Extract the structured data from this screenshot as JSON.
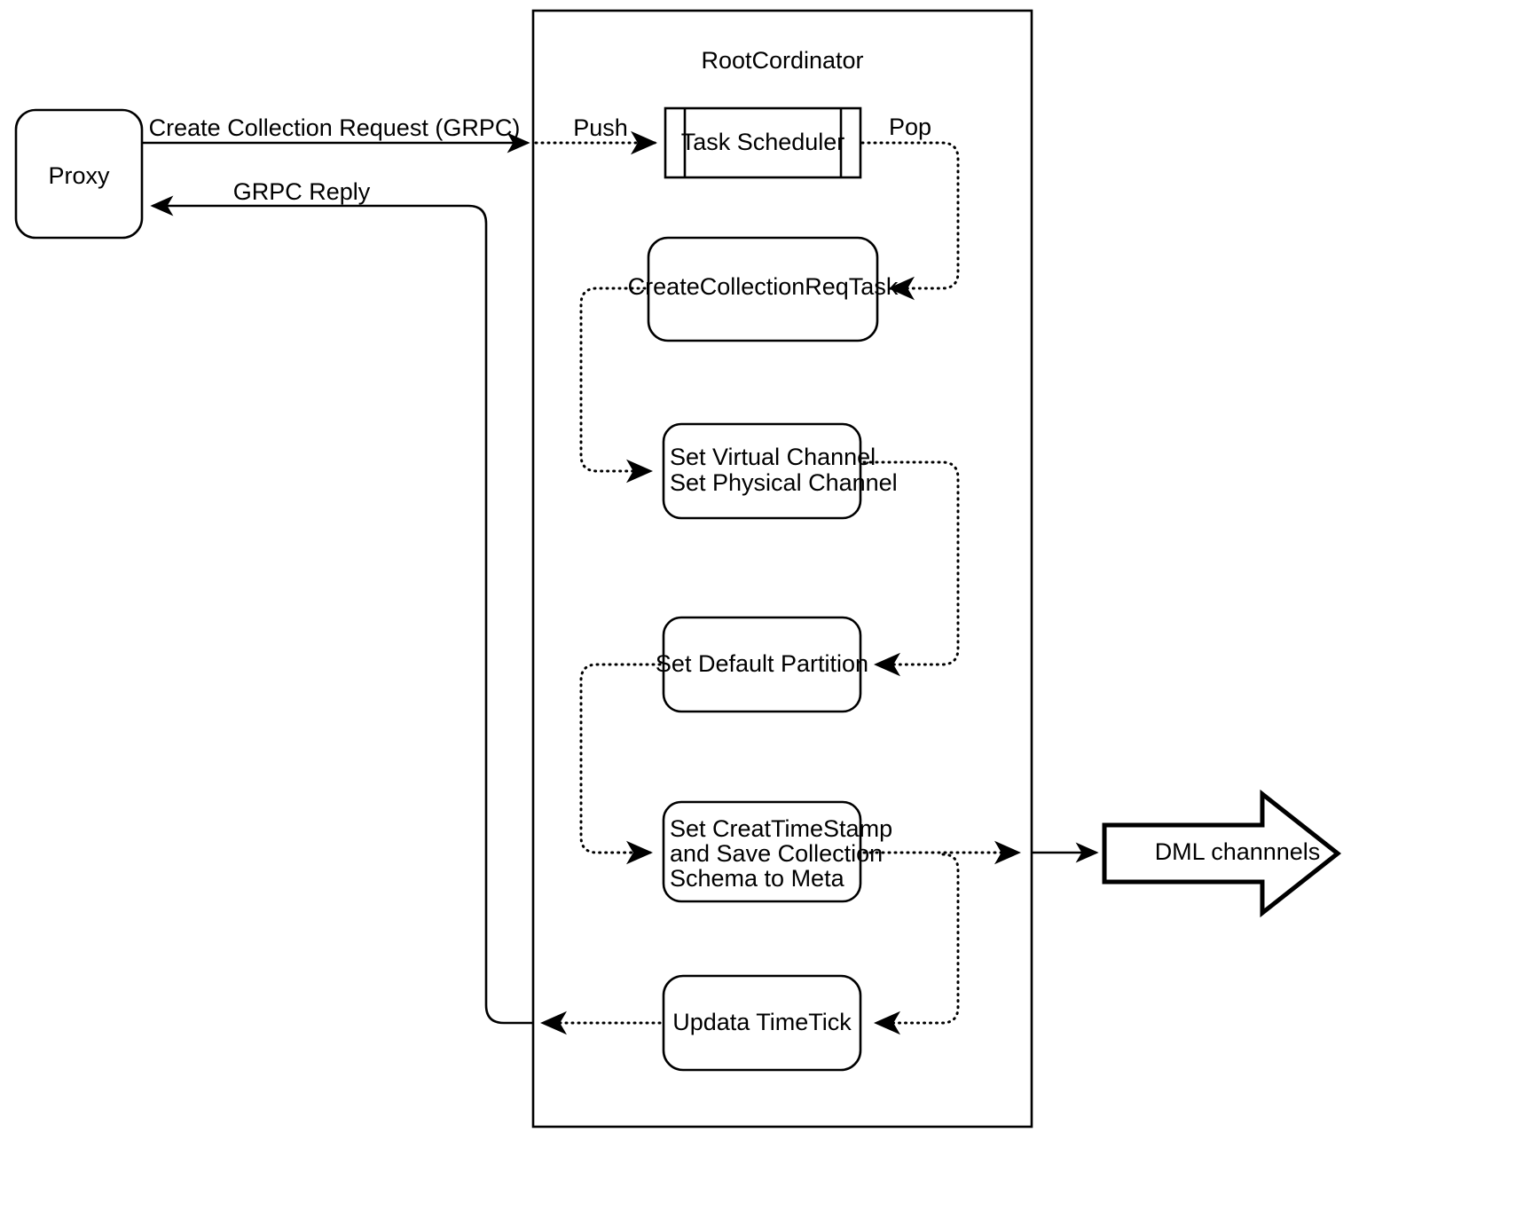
{
  "diagram": {
    "title_visible": false,
    "background": "#ffffff",
    "stroke_color": "#000000",
    "container": {
      "label": "RootCordinator",
      "name": "root-cordinator-container"
    },
    "nodes": [
      {
        "id": "proxy",
        "label": "Proxy",
        "shape": "rounded-rect"
      },
      {
        "id": "task-scheduler",
        "label": "Task Scheduler",
        "shape": "process-queue"
      },
      {
        "id": "create-collection-req-task",
        "label": "CreateCollectionReqTask",
        "shape": "rounded-rect"
      },
      {
        "id": "set-channels",
        "label": "Set Virtual Channel\nSet Physical Channel",
        "line1": "Set Virtual Channel",
        "line2": "Set Physical Channel",
        "shape": "rounded-rect"
      },
      {
        "id": "set-default-partition",
        "label": "Set Default Partition",
        "shape": "rounded-rect"
      },
      {
        "id": "set-createtimestamp",
        "label": "Set CreatTimeStamp and Save Collection Schema to Meta",
        "line1": "Set CreatTimeStamp",
        "line2": "and Save Collection",
        "line3": "Schema to Meta",
        "shape": "rounded-rect"
      },
      {
        "id": "updata-timetick",
        "label": "Updata TimeTick",
        "shape": "rounded-rect"
      },
      {
        "id": "dml-channels",
        "label": "DML channnels",
        "shape": "block-arrow-right"
      }
    ],
    "edges": [
      {
        "id": "create-collection-request",
        "label": "Create Collection Request (GRPC)",
        "style": "solid-then-dotted",
        "from": "proxy",
        "to": "task-scheduler",
        "sub_label": "Push"
      },
      {
        "id": "push",
        "label": "Push",
        "style": "dotted"
      },
      {
        "id": "pop",
        "label": "Pop",
        "style": "dotted",
        "from": "task-scheduler",
        "to": "create-collection-req-task"
      },
      {
        "id": "task-to-channels",
        "label": "",
        "style": "dotted",
        "from": "create-collection-req-task",
        "to": "set-channels"
      },
      {
        "id": "channels-to-partition",
        "label": "",
        "style": "dotted",
        "from": "set-channels",
        "to": "set-default-partition"
      },
      {
        "id": "partition-to-timestamp",
        "label": "",
        "style": "dotted",
        "from": "set-default-partition",
        "to": "set-createtimestamp"
      },
      {
        "id": "timestamp-to-dml",
        "label": "",
        "style": "dotted-then-solid",
        "from": "set-createtimestamp",
        "to": "dml-channels"
      },
      {
        "id": "timestamp-to-timetick",
        "label": "",
        "style": "dotted",
        "from": "set-createtimestamp",
        "to": "updata-timetick"
      },
      {
        "id": "grpc-reply",
        "label": "GRPC Reply",
        "style": "dotted-then-solid",
        "from": "updata-timetick",
        "to": "proxy"
      }
    ],
    "edge_labels": {
      "create_collection_request": "Create Collection Request (GRPC)",
      "grpc_reply": "GRPC Reply",
      "push": "Push",
      "pop": "Pop"
    }
  }
}
